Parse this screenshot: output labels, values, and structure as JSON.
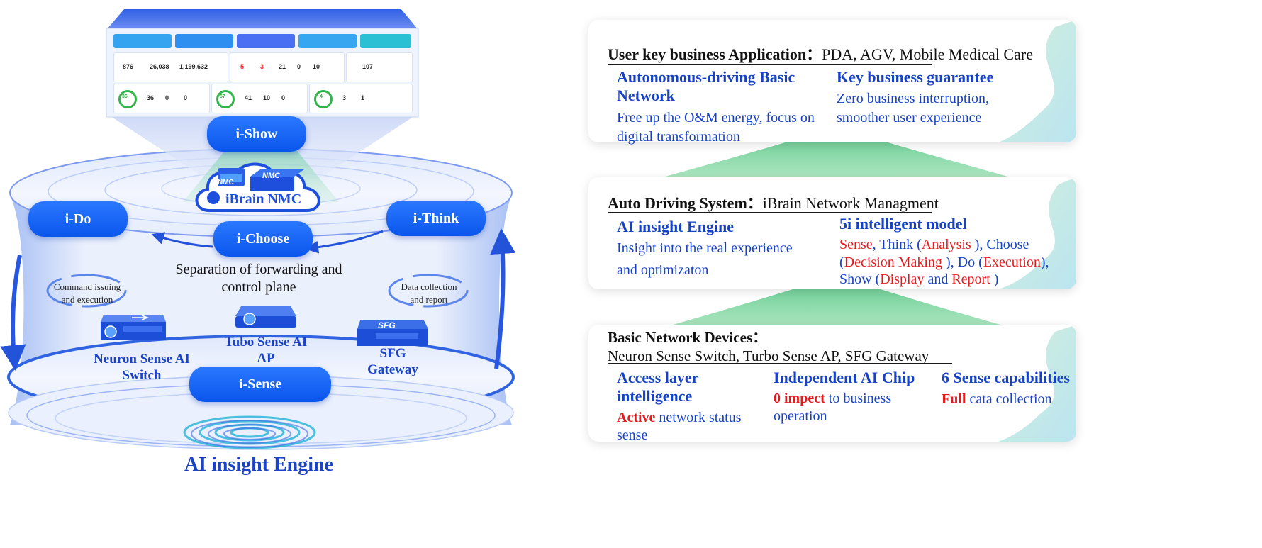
{
  "left": {
    "pills": {
      "i_show": "i-Show",
      "i_do": "i-Do",
      "i_choose": "i-Choose",
      "i_think": "i-Think",
      "i_sense": "i-Sense"
    },
    "nmc_label": "iBrain NMC",
    "nmc_badge": "NMC",
    "separation_line1": "Separation of forwarding and",
    "separation_line2": "control plane",
    "command_line1": "Command issuing",
    "command_line2": "and execution",
    "data_line1": "Data collection",
    "data_line2": "and report",
    "switch_line1": "Neuron Sense AI",
    "switch_line2": "Switch",
    "ap_line1": "Tubo Sense AI",
    "ap_line2": "AP",
    "sfg_badge": "SFG",
    "gw_line1": "SFG",
    "gw_line2": "Gateway",
    "engine_title": "AI insight Engine",
    "dashboard_numbers": {
      "a1": "876",
      "a2": "26,038",
      "a3": "1,199,632",
      "b1": "5",
      "b2": "3",
      "b3": "21",
      "b4": "0",
      "b5": "10",
      "b6": "107",
      "c_ring": "36",
      "c1": "36",
      "c2": "0",
      "c3": "0",
      "d_ring": "57",
      "d1": "41",
      "d2": "10",
      "d3": "0",
      "e_ring": "4",
      "e1": "3",
      "e2": "1"
    }
  },
  "right": {
    "card1": {
      "title_bold": "User key business Application：",
      "title_rest": "PDA, AGV, Mobile Medical Care",
      "col1_head": "Autonomous-driving Basic Network",
      "col1_body": "Free up the O&M energy, focus on digital transformation",
      "col2_head": "Key business guarantee",
      "col2_body": "Zero business interruption, smoother user experience"
    },
    "card2": {
      "title_bold": "Auto Driving System：",
      "title_rest": "iBrain Network Managment",
      "col1_head": "AI insight Engine",
      "col1_body_line1": "Insight into the real experience",
      "col1_body_line2": "and optimizaton",
      "col2_head": "5i intelligent model",
      "m": {
        "sense": "Sense",
        "think": ", Think (",
        "analysis": "Analysis",
        "choose": " ), Choose",
        "open": "(",
        "decision": "Decision Making",
        "do": " ), Do (",
        "execution": "Execution",
        "close_comma": "),",
        "show": "Show (",
        "display": "Display",
        "and": " and ",
        "report": "Report",
        "end": " )"
      }
    },
    "card3": {
      "title_bold": "Basic Network Devices：",
      "title_line2": "Neuron Sense Switch, Turbo Sense AP, SFG Gateway",
      "col1_head": "Access layer intelligence",
      "col1_red": "Active",
      "col1_rest": " network  status sense",
      "col2_head": "Independent AI Chip",
      "col2_red": "0 impect",
      "col2_rest": " to business operation",
      "col3_head": "6 Sense capabilities",
      "col3_red": "Full",
      "col3_rest": " cata collection"
    }
  }
}
